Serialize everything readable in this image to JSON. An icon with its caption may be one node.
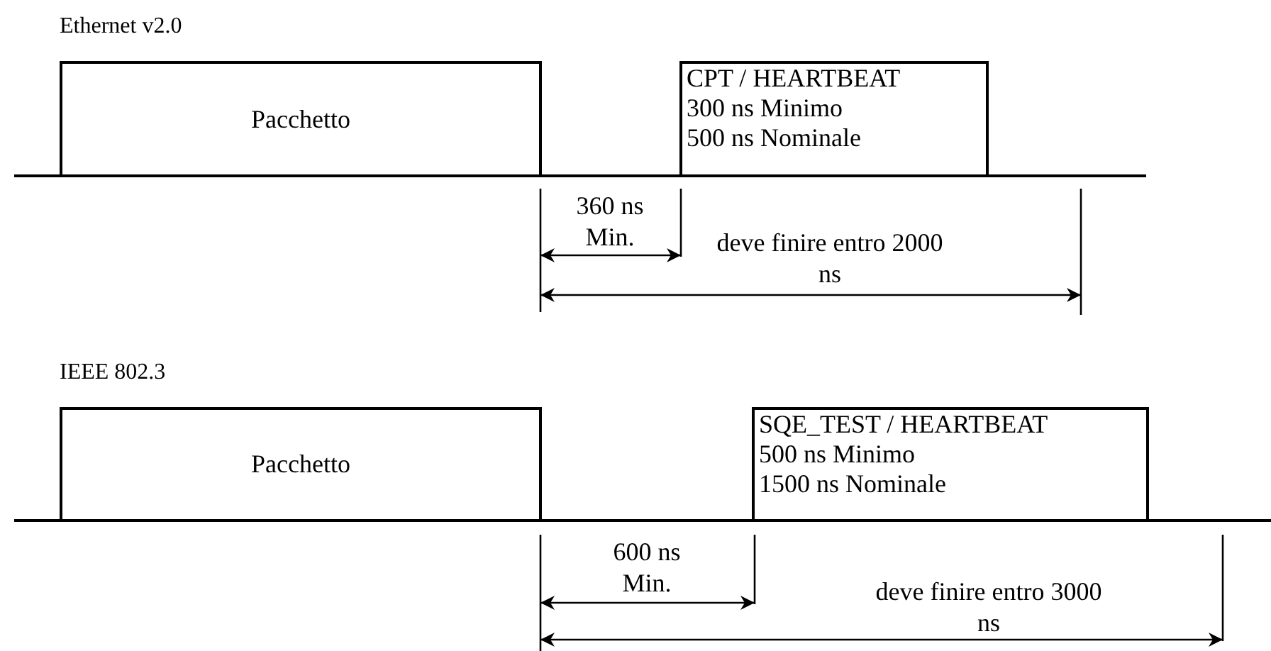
{
  "diagram": {
    "nodes": [
      {
        "text": [
          "Pacchetto"
        ]
      },
      {
        "text": [
          "CPT / HEARTBEAT",
          "300 ns Minimo",
          "500 ns Nominale"
        ]
      },
      {
        "text": [
          "Pacchetto"
        ]
      },
      {
        "text": [
          "SQE_TEST / HEARTBEAT",
          "500 ns Minimo",
          "1500 ns Nominale"
        ]
      }
    ],
    "labels": [
      "Ethernet v2.0",
      "360 ns Min.",
      "deve finire entro 2000 ns",
      "IEEE 802.3",
      "600 ns Min.",
      "deve finire entro 3000 ns"
    ]
  }
}
